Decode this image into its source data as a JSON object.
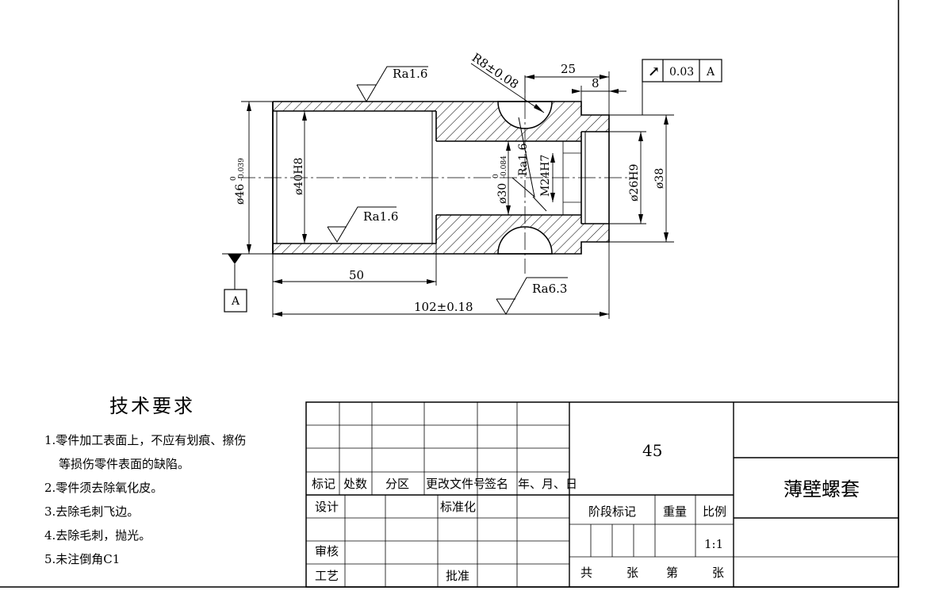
{
  "drawing": {
    "dims": {
      "ra_top": "Ra1.6",
      "ra_bore": "Ra1.6",
      "ra_mid": "Ra1.6",
      "ra_bottom": "Ra6.3",
      "radius": "R8±0.08",
      "d25": "25",
      "d8": "8",
      "d50": "50",
      "d102": "102±0.18",
      "dia46_main": "ø46",
      "dia46_tol_up": "0",
      "dia46_tol_low": "-0.039",
      "dia40": "ø40H8",
      "dia30_main": "ø30",
      "dia30_tol_up": "0",
      "dia30_tol_low": "-0.084",
      "m24": "M24H7",
      "dia26": "ø26H9",
      "dia38": "ø38"
    },
    "gdt": {
      "symbol": "↗",
      "tolerance": "0.03",
      "datum": "A"
    },
    "datum_label": "A"
  },
  "tech": {
    "title": "技术要求",
    "items": [
      "1.零件加工表面上，不应有划痕、擦伤",
      "等损伤零件表面的缺陷。",
      "2.零件须去除氧化皮。",
      "3.去除毛刺飞边。",
      "4.去除毛刺，抛光。",
      "5.未注倒角C1"
    ]
  },
  "titleblock": {
    "row_labels": [
      "标记",
      "处数",
      "分区",
      "更改文件号",
      "签名",
      "年、月、日"
    ],
    "design": "设计",
    "standard": "标准化",
    "review": "审核",
    "process": "工艺",
    "approve": "批准",
    "material": "45",
    "stage_mark": "阶段标记",
    "weight": "重量",
    "scale_label": "比例",
    "scale": "1:1",
    "total": "共",
    "sheets": "张",
    "sheet_no": "第",
    "sheets2": "张",
    "part_name": "薄壁螺套"
  }
}
